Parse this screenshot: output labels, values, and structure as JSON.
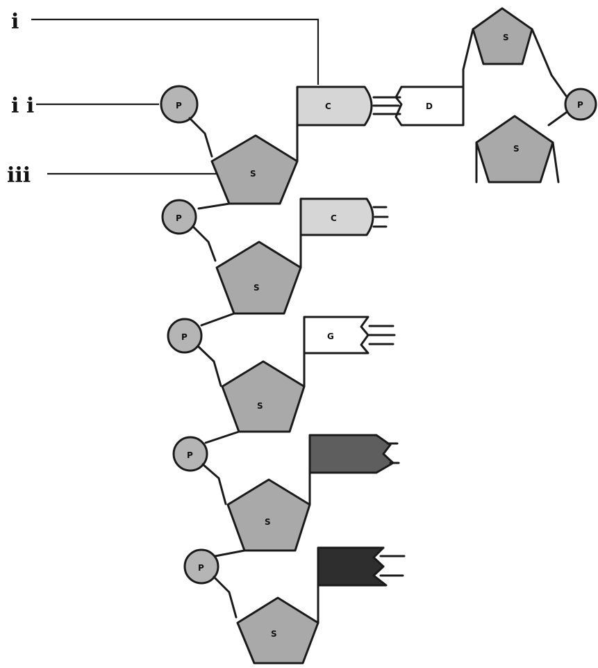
{
  "labels": {
    "i": "i",
    "ii": "i i",
    "iii": "iii"
  },
  "molecule": {
    "phosphate": "P",
    "sugar": "S",
    "bases": [
      "C",
      "C",
      "G",
      "",
      ""
    ],
    "paired_base": "D",
    "complement_phosphate": "P"
  },
  "colors": {
    "sugar": "#a9a9a9",
    "phosphate": "#b5b5b5",
    "base_c": "#d6d6d6",
    "base_g": "#ffffff",
    "base_dark1": "#5e5e5e",
    "base_dark2": "#2e2e2e"
  }
}
